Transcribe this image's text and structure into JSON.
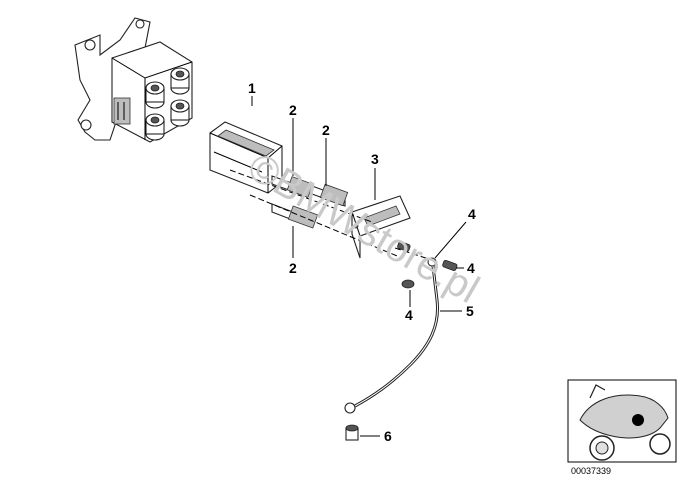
{
  "watermark": "©BMWstore.pl",
  "callouts": {
    "c1": "1",
    "c2a": "2",
    "c2b": "2",
    "c2c": "2",
    "c3": "3",
    "c4a": "4",
    "c4b": "4",
    "c4c": "4",
    "c5": "5",
    "c6": "6"
  },
  "thumbnail": {
    "part_number": "00037339"
  },
  "colors": {
    "line": "#000000",
    "shade": "#bdbdbd",
    "watermark": "#c9c9c9"
  }
}
